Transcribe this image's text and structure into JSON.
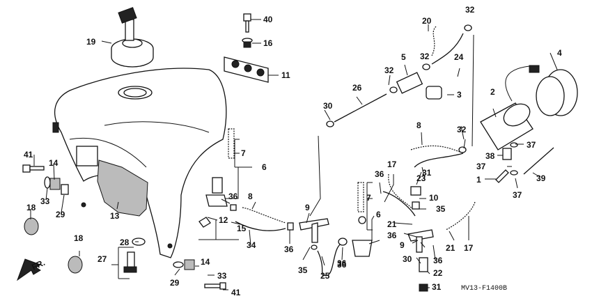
{
  "diagram_code": "MV13-F1400B",
  "front_label": "FR.",
  "callouts": {
    "p40": "40",
    "p16": "16",
    "p19": "19",
    "p11": "11",
    "p20": "20",
    "p32a": "32",
    "p32b": "32",
    "p32c": "32",
    "p24": "24",
    "p5": "5",
    "p4": "4",
    "p26": "26",
    "p3": "3",
    "p2": "2",
    "p30a": "30",
    "p8a": "8",
    "p32d": "32",
    "p37a": "37",
    "p41a": "41",
    "p7a": "7",
    "p14a": "14",
    "p6a": "6",
    "p33a": "33",
    "p38": "38",
    "p17a": "17",
    "p37b": "37",
    "p36a": "36",
    "p31a": "31",
    "p23": "23",
    "p39": "39",
    "p1": "1",
    "p18a": "18",
    "p29a": "29",
    "p8b": "8",
    "p13": "13",
    "p36b": "36",
    "p7b": "7",
    "p10": "10",
    "p37c": "37",
    "p9a": "9",
    "p35a": "35",
    "p12": "12",
    "p15": "15",
    "p6b": "6",
    "p21a": "21",
    "p18b": "18",
    "p28": "28",
    "p36c": "36",
    "p9b": "9",
    "p34": "34",
    "p36d": "36",
    "p21b": "21",
    "p17b": "17",
    "p36e": "36",
    "p36f": "36",
    "p27": "27",
    "p30b": "30",
    "p14b": "14",
    "p35b": "35",
    "p36g": "36",
    "p25": "25",
    "p22": "22",
    "p29b": "29",
    "p33b": "33",
    "p31b": "31",
    "p41b": "41"
  }
}
